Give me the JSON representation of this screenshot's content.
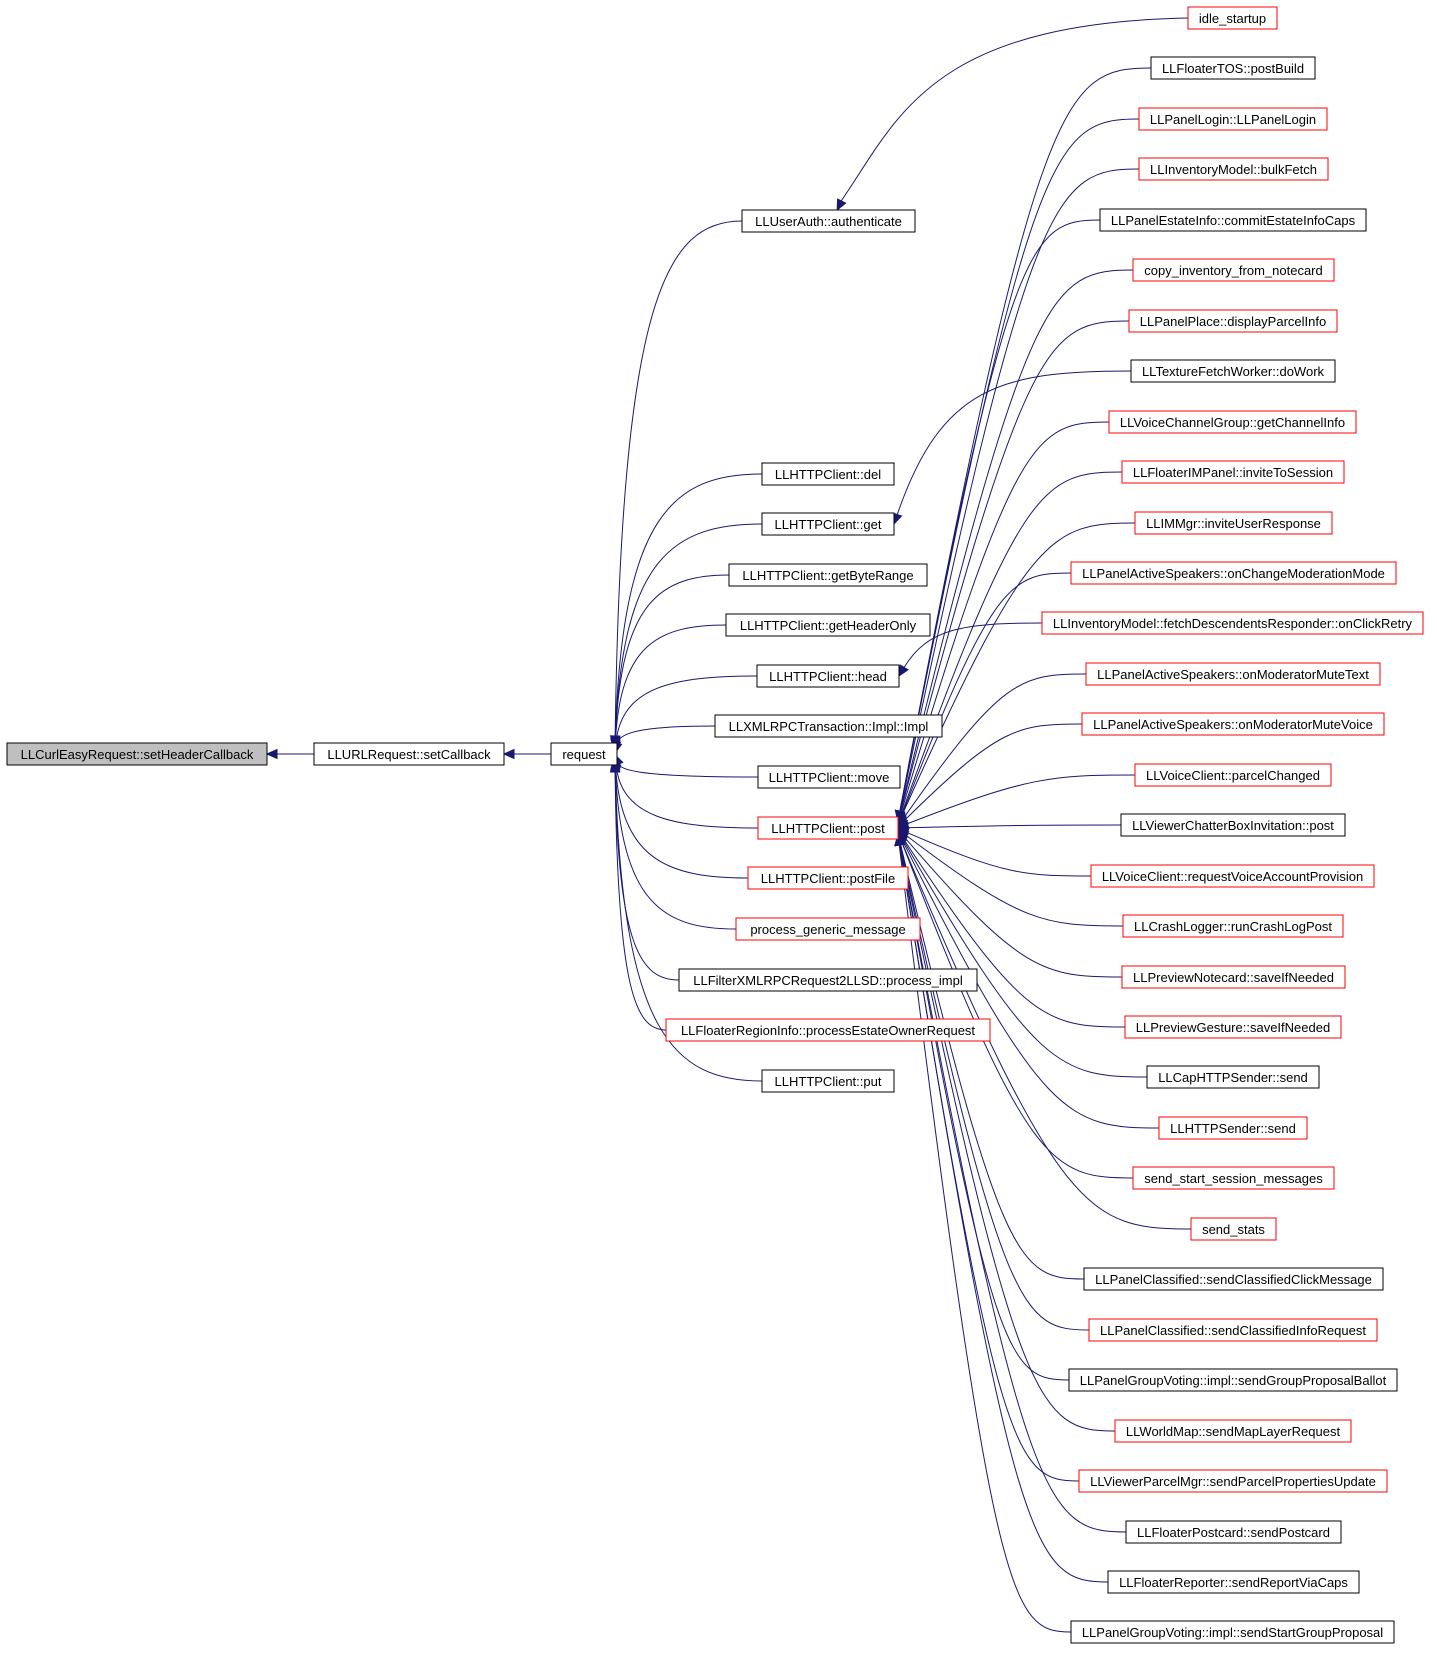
{
  "colors": {
    "edge": "#191970",
    "border_black": "#000000",
    "border_red": "#ff0000",
    "root_fill": "#bfbfbf"
  },
  "nodes": {
    "root": {
      "label": "LLCurlEasyRequest::setHeaderCallback",
      "border": "black"
    },
    "seturl": {
      "label": "LLURLRequest::setCallback",
      "border": "black"
    },
    "request": {
      "label": "request",
      "border": "black"
    },
    "mid": [
      {
        "id": "authenticate",
        "label": "LLUserAuth::authenticate",
        "border": "black"
      },
      {
        "id": "del",
        "label": "LLHTTPClient::del",
        "border": "black"
      },
      {
        "id": "get",
        "label": "LLHTTPClient::get",
        "border": "black"
      },
      {
        "id": "getbyterange",
        "label": "LLHTTPClient::getByteRange",
        "border": "black"
      },
      {
        "id": "getheaderonly",
        "label": "LLHTTPClient::getHeaderOnly",
        "border": "black"
      },
      {
        "id": "head",
        "label": "LLHTTPClient::head",
        "border": "black"
      },
      {
        "id": "xmlrpcimpl",
        "label": "LLXMLRPCTransaction::Impl::Impl",
        "border": "black"
      },
      {
        "id": "move",
        "label": "LLHTTPClient::move",
        "border": "black"
      },
      {
        "id": "post",
        "label": "LLHTTPClient::post",
        "border": "red"
      },
      {
        "id": "postfile",
        "label": "LLHTTPClient::postFile",
        "border": "red"
      },
      {
        "id": "processgeneric",
        "label": "process_generic_message",
        "border": "red"
      },
      {
        "id": "filterxmlrpc",
        "label": "LLFilterXMLRPCRequest2LLSD::process_impl",
        "border": "black"
      },
      {
        "id": "regioninfo",
        "label": "LLFloaterRegionInfo::processEstateOwnerRequest",
        "border": "red"
      },
      {
        "id": "put",
        "label": "LLHTTPClient::put",
        "border": "black"
      }
    ],
    "right": [
      {
        "label": "idle_startup",
        "border": "red"
      },
      {
        "label": "LLFloaterTOS::postBuild",
        "border": "black"
      },
      {
        "label": "LLPanelLogin::LLPanelLogin",
        "border": "red"
      },
      {
        "label": "LLInventoryModel::bulkFetch",
        "border": "red"
      },
      {
        "label": "LLPanelEstateInfo::commitEstateInfoCaps",
        "border": "black"
      },
      {
        "label": "copy_inventory_from_notecard",
        "border": "red"
      },
      {
        "label": "LLPanelPlace::displayParcelInfo",
        "border": "red"
      },
      {
        "label": "LLTextureFetchWorker::doWork",
        "border": "black"
      },
      {
        "label": "LLVoiceChannelGroup::getChannelInfo",
        "border": "red"
      },
      {
        "label": "LLFloaterIMPanel::inviteToSession",
        "border": "red"
      },
      {
        "label": "LLIMMgr::inviteUserResponse",
        "border": "red"
      },
      {
        "label": "LLPanelActiveSpeakers::onChangeModerationMode",
        "border": "red"
      },
      {
        "label": "LLInventoryModel::fetchDescendentsResponder::onClickRetry",
        "border": "red"
      },
      {
        "label": "LLPanelActiveSpeakers::onModeratorMuteText",
        "border": "red"
      },
      {
        "label": "LLPanelActiveSpeakers::onModeratorMuteVoice",
        "border": "red"
      },
      {
        "label": "LLVoiceClient::parcelChanged",
        "border": "red"
      },
      {
        "label": "LLViewerChatterBoxInvitation::post",
        "border": "black"
      },
      {
        "label": "LLVoiceClient::requestVoiceAccountProvision",
        "border": "red"
      },
      {
        "label": "LLCrashLogger::runCrashLogPost",
        "border": "red"
      },
      {
        "label": "LLPreviewNotecard::saveIfNeeded",
        "border": "red"
      },
      {
        "label": "LLPreviewGesture::saveIfNeeded",
        "border": "red"
      },
      {
        "label": "LLCapHTTPSender::send",
        "border": "black"
      },
      {
        "label": "LLHTTPSender::send",
        "border": "red"
      },
      {
        "label": "send_start_session_messages",
        "border": "red"
      },
      {
        "label": "send_stats",
        "border": "red"
      },
      {
        "label": "LLPanelClassified::sendClassifiedClickMessage",
        "border": "black"
      },
      {
        "label": "LLPanelClassified::sendClassifiedInfoRequest",
        "border": "red"
      },
      {
        "label": "LLPanelGroupVoting::impl::sendGroupProposalBallot",
        "border": "black"
      },
      {
        "label": "LLWorldMap::sendMapLayerRequest",
        "border": "red"
      },
      {
        "label": "LLViewerParcelMgr::sendParcelPropertiesUpdate",
        "border": "red"
      },
      {
        "label": "LLFloaterPostcard::sendPostcard",
        "border": "black"
      },
      {
        "label": "LLFloaterReporter::sendReportViaCaps",
        "border": "black"
      },
      {
        "label": "LLPanelGroupVoting::impl::sendStartGroupProposal",
        "border": "black"
      }
    ]
  },
  "edges": {
    "idle_to_authenticate": [
      "idle_startup",
      "authenticate"
    ],
    "get_callers": [
      "LLTextureFetchWorker::doWork"
    ],
    "head_callers": [
      "LLInventoryModel::fetchDescendentsResponder::onClickRetry"
    ],
    "post_callers_except": [
      "idle_startup",
      "LLTextureFetchWorker::doWork",
      "LLInventoryModel::fetchDescendentsResponder::onClickRetry"
    ]
  }
}
